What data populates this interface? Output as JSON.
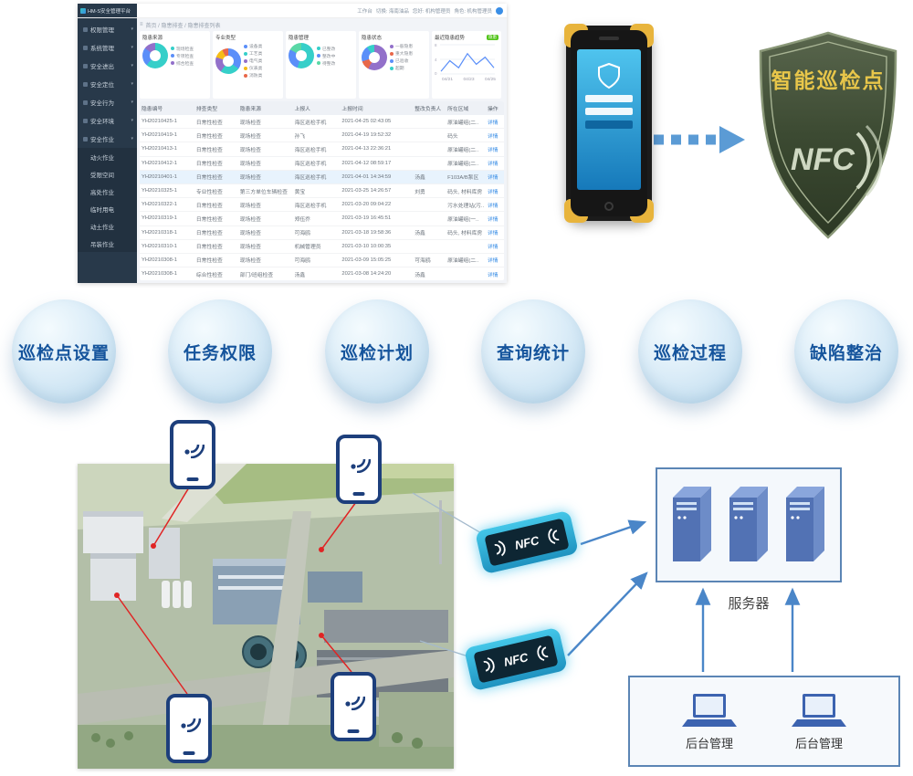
{
  "icons": {
    "chevron_down": "▾",
    "menu": "≡"
  },
  "dashboard": {
    "logo": "HM-S安全管理平台",
    "topbar": {
      "workbench": "工作台",
      "switch": "切换: 海南油品",
      "greet": "您好: 机构管理员",
      "role": "角色: 机构管理员"
    },
    "breadcrumb": "首页 / 隐患排查 / 隐患排查列表",
    "sidebar": {
      "items": [
        "权限管理",
        "系统管理",
        "安全进出",
        "安全定位",
        "安全行为",
        "安全环境",
        "安全作业",
        "动火作业",
        "受限空间",
        "高处作业",
        "临时用电",
        "动土作业",
        "吊装作业"
      ]
    },
    "charts": [
      {
        "title": "隐患来源",
        "segments": [
          {
            "label": "现场检查",
            "value": 62,
            "color": "#36cfc9"
          },
          {
            "label": "专项检查",
            "value": 23,
            "color": "#5b8ff9"
          },
          {
            "label": "综合检查",
            "value": 15,
            "color": "#9270ca"
          }
        ]
      },
      {
        "title": "专业类型",
        "segments": [
          {
            "label": "设备类",
            "value": 35,
            "color": "#5b8ff9"
          },
          {
            "label": "工艺类",
            "value": 25,
            "color": "#36cfc9"
          },
          {
            "label": "电气类",
            "value": 20,
            "color": "#9270ca"
          },
          {
            "label": "仪表类",
            "value": 12,
            "color": "#f6bd16"
          },
          {
            "label": "消防类",
            "value": 8,
            "color": "#e8684a"
          }
        ]
      },
      {
        "title": "隐患管理",
        "segments": [
          {
            "label": "已整改",
            "value": 55,
            "color": "#36cfc9"
          },
          {
            "label": "整改中",
            "value": 28,
            "color": "#5b8ff9"
          },
          {
            "label": "待整改",
            "value": 17,
            "color": "#5ad8a6"
          }
        ]
      },
      {
        "title": "隐患状态",
        "segments": [
          {
            "label": "一般隐患",
            "value": 58,
            "color": "#9270ca"
          },
          {
            "label": "重大隐患",
            "value": 12,
            "color": "#e8684a"
          },
          {
            "label": "已验收",
            "value": 20,
            "color": "#5b8ff9"
          },
          {
            "label": "超期",
            "value": 10,
            "color": "#36cfc9"
          }
        ]
      }
    ],
    "trend": {
      "title": "最近隐患趋势",
      "badge": "隐患",
      "dates": [
        "04/21",
        "04/23",
        "04/25"
      ],
      "values": [
        1,
        4,
        2,
        6,
        3,
        5,
        2
      ],
      "ymax": 8,
      "yticks": [
        "8",
        "4",
        "0"
      ]
    },
    "table": {
      "headers": [
        "隐患编号",
        "排查类型",
        "隐患来源",
        "上报人",
        "上报时间",
        "整改负责人",
        "所在区域",
        "操作"
      ],
      "rows": [
        [
          "YH20210425-1",
          "日常性检查",
          "现场检查",
          "海区巡检手机",
          "2021-04-25 02:43:05",
          "",
          "原油罐组(二..",
          "详情"
        ],
        [
          "YH20210419-1",
          "日常性检查",
          "现场检查",
          "孙飞",
          "2021-04-19 19:52:32",
          "",
          "码头",
          "详情"
        ],
        [
          "YH20210413-1",
          "日常性检查",
          "现场检查",
          "海区巡检手机",
          "2021-04-13 22:36:21",
          "",
          "原油罐组(二..",
          "详情"
        ],
        [
          "YH20210412-1",
          "日常性检查",
          "现场检查",
          "海区巡检手机",
          "2021-04-12 08:59:17",
          "",
          "原油罐组(二..",
          "详情"
        ],
        [
          "YH20210401-1",
          "日常性检查",
          "现场检查",
          "海区巡检手机",
          "2021-04-01 14:34:59",
          "汤鑫",
          "F103A/B泵区",
          "详情"
        ],
        [
          "YH20210325-1",
          "专业性检查",
          "第三方单位车辆检查",
          "黄宝",
          "2021-03-25 14:26:57",
          "刘勇",
          "码头, 材料库房",
          "详情"
        ],
        [
          "YH20210322-1",
          "日常性检查",
          "现场检查",
          "海区巡检手机",
          "2021-03-20 09:04:22",
          "",
          "污水处理站(污..",
          "详情"
        ],
        [
          "YH20210319-1",
          "日常性检查",
          "现场检查",
          "郑伍乔",
          "2021-03-19 16:45:51",
          "",
          "原油罐组(一..",
          "详情"
        ],
        [
          "YH20210318-1",
          "日常性检查",
          "现场检查",
          "可海鸥",
          "2021-03-18 19:58:36",
          "汤鑫",
          "码头, 材料库房",
          "详情"
        ],
        [
          "YH20210310-1",
          "日常性检查",
          "现场检查",
          "机械管理员",
          "2021-03-10 10:00:35",
          "",
          "",
          "详情"
        ],
        [
          "YH20210308-1",
          "日常性检查",
          "现场检查",
          "可海鸥",
          "2021-03-09 15:05:25",
          "可海鸥",
          "原油罐组(二..",
          "详情"
        ],
        [
          "YH20210308-1",
          "综合性检查",
          "部门/班组检查",
          "汤鑫",
          "2021-03-08 14:24:20",
          "汤鑫",
          "",
          "详情"
        ]
      ]
    }
  },
  "badge": {
    "title": "智能巡检点",
    "nfc": "NFC"
  },
  "features": {
    "items": [
      "巡检点设置",
      "任务权限",
      "巡检计划",
      "查询统计",
      "巡检过程",
      "缺陷整治"
    ]
  },
  "architecture": {
    "nfc_label": "NFC",
    "server_label": "服务器",
    "backend_labels": [
      "后台管理",
      "后台管理"
    ]
  }
}
